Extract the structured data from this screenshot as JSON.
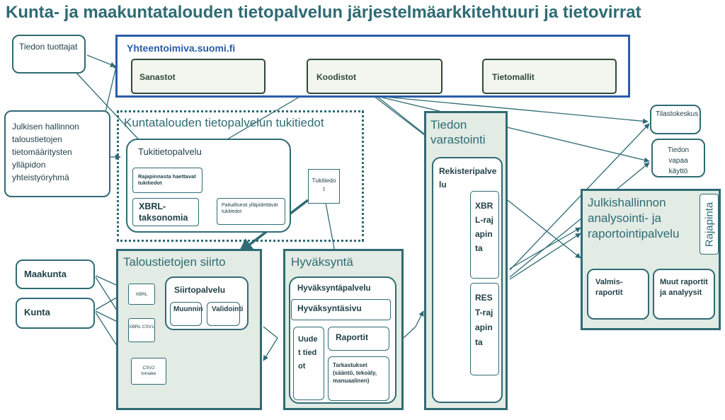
{
  "title": "Kunta- ja maakuntatalouden tietopalvelun järjestelmäarkkitehtuuri ja tietovirrat",
  "left": {
    "tuottajat": "Tiedon tuottajat",
    "julkisen": "Julkisen hallinnon taloustietojen tietomääritysten ylläpidon yhteistyöryhmä",
    "maakunta": "Maakunta",
    "kunta": "Kunta"
  },
  "yhteentoimiva": {
    "title": "Yhteentoimiva.suomi.fi",
    "sanastot": "Sanastot",
    "koodistot": "Koodistot",
    "tietomallit": "Tietomallit"
  },
  "tukitiedot": {
    "title": "Kuntatalouden tietopalvelun tukitiedot",
    "tukitietopalvelu": "Tukitietopalvelu",
    "rajapinnasta": "Rajapinnasta haettavat tukitiedot",
    "xbrl_taksonomia": "XBRL-taksonomia",
    "paikallisesti": "Paikallisesti ylläpidettävät tukitiedot",
    "tukitiedot_small": "Tukitiedot"
  },
  "siirto": {
    "title": "Taloustietojen siirto",
    "xbrl": "XBRL",
    "xbrl_csv1": "XBRL CSV1",
    "csv2_lomake": "CSV2 lomake",
    "siirtopalvelu": "Siirtopalvelu",
    "muunnin": "Muunnin",
    "validointi": "Validointi"
  },
  "hyvaksynta": {
    "title": "Hyväksyntä",
    "hyvaksyntapalvelu": "Hyväksyntäpalvelu",
    "hyvaksyntasivu": "Hyväksyntäsivu",
    "uudet_tiedot": "Uudet tiedot",
    "raportit": "Raportit",
    "tarkastukset": "Tarkastukset (sääntö, tekoäly, manuaalinen)"
  },
  "varastointi": {
    "title": "Tiedon varastointi",
    "rekisteripalvelu": "Rekisteripalvelu",
    "xbrl_rajapinta": "XBRL-rajapinta",
    "rest_rajapinta": "REST-rajapinta"
  },
  "right": {
    "tilastokeskus": "Tilastokeskus",
    "tiedon_vapaa": "Tiedon vapaa käyttö",
    "analysointi_title": "Julkishallinnon analysointi- ja raportointipalvelu",
    "rajapinta": "Rajapinta",
    "valmisraportit": "Valmis-raportit",
    "muut_raportit": "Muut raportit ja analyysit"
  }
}
